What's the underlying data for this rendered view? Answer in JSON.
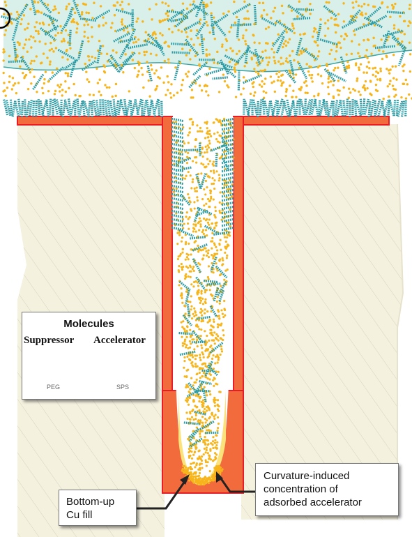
{
  "legend": {
    "title": "Molecules",
    "suppressor_label": "Suppressor",
    "accelerator_label": "Accelerator",
    "suppressor_example": "PEG",
    "accelerator_example": "SPS"
  },
  "callouts": {
    "bottom_up": [
      "Bottom-up",
      "Cu fill"
    ],
    "curvature": [
      "Curvature-induced",
      "concentration of",
      "adsorbed accelerator"
    ]
  },
  "colors": {
    "substrate": "#f4f1df",
    "hatch": "#d6d2bd",
    "electrolyte": "#d9efe9",
    "suppressor": "#2a9ca6",
    "accelerator": "#f7b51c",
    "copper": "#f26b3d",
    "copper_edge": "#e81c24"
  }
}
